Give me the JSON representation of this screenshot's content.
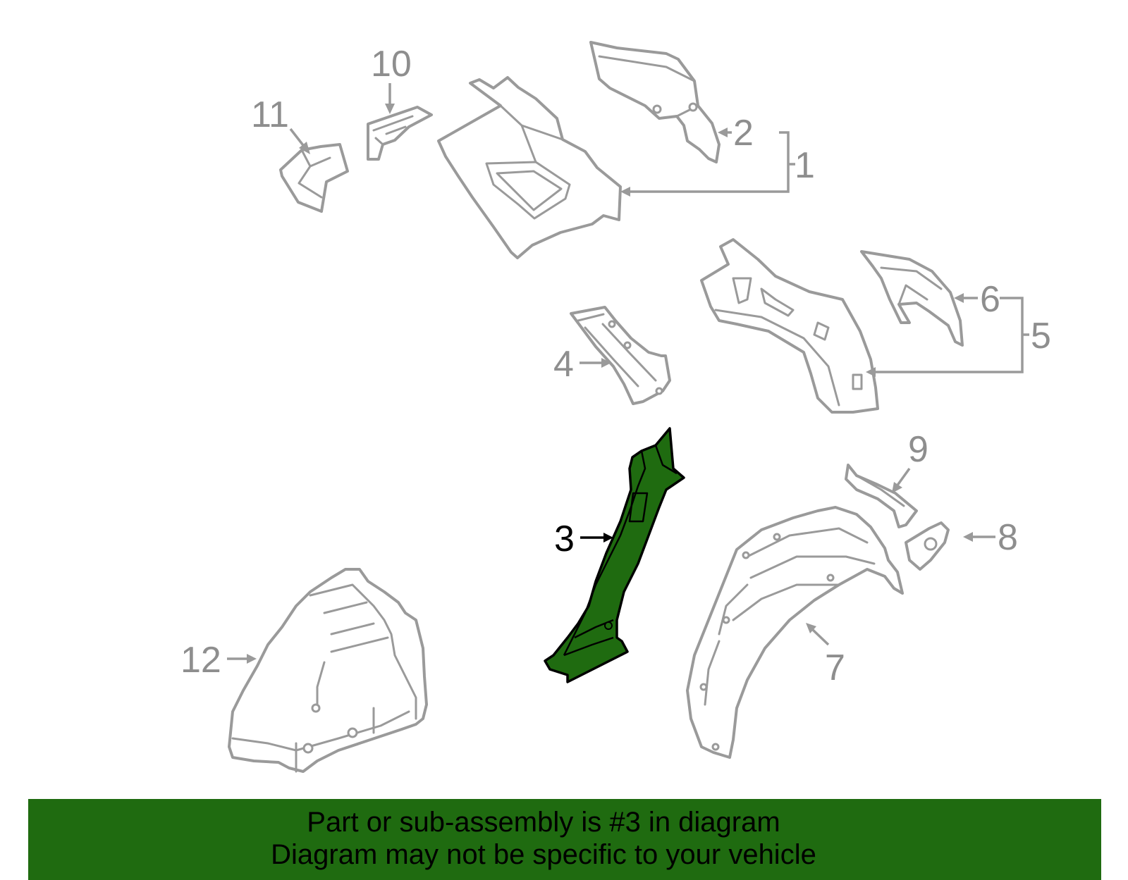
{
  "diagram": {
    "highlighted_part": "3",
    "callouts": [
      "1",
      "2",
      "3",
      "4",
      "5",
      "6",
      "7",
      "8",
      "9",
      "10",
      "11",
      "12"
    ],
    "colors": {
      "highlight": "#1f6b10",
      "outline": "#9a9a9a",
      "callout_text": "#8e8e8e"
    }
  },
  "banner": {
    "line1": "Part or sub-assembly is #3 in diagram",
    "line2": "Diagram may not be specific to your vehicle"
  }
}
